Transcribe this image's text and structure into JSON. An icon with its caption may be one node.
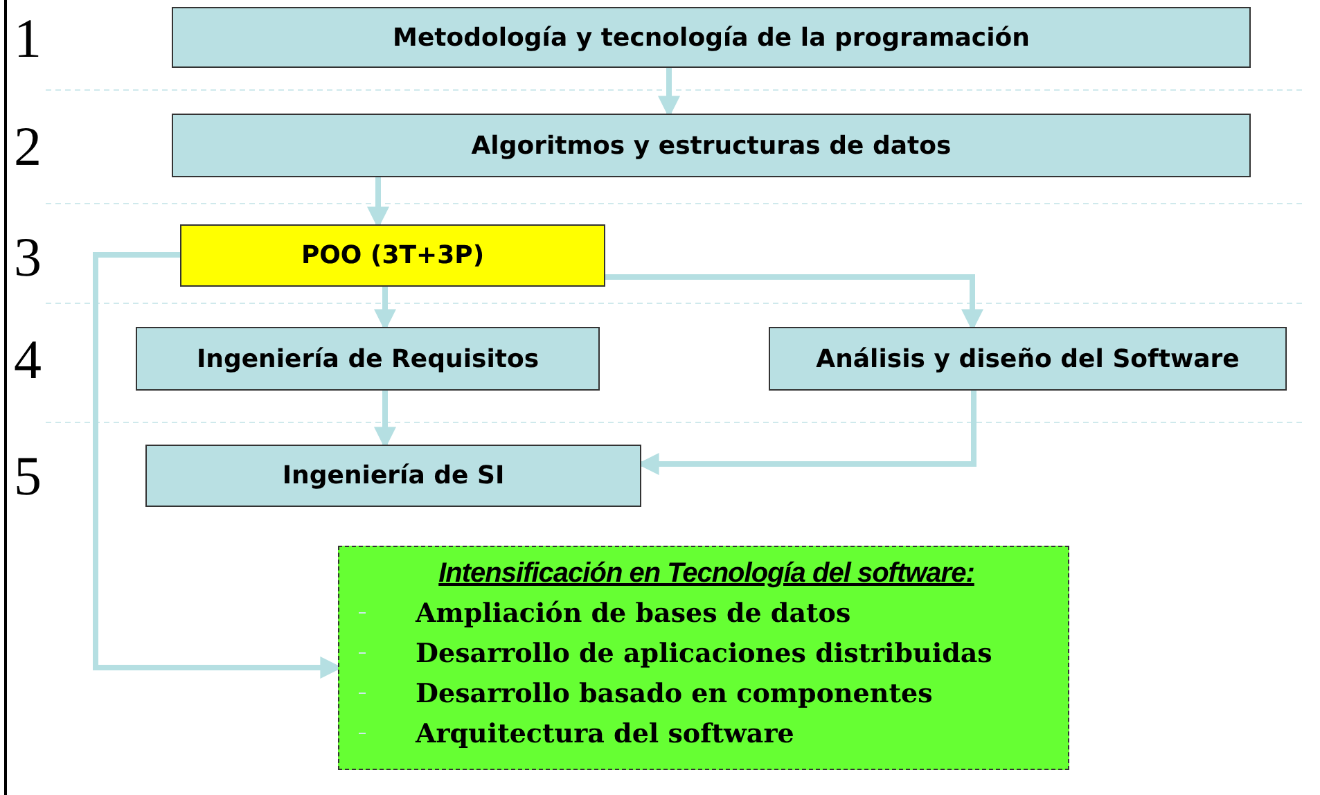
{
  "diagram": {
    "nodes": [
      {
        "text": [
          "Metodología y tecnología de la programación"
        ]
      },
      {
        "text": [
          "Algoritmos y estructuras de datos"
        ]
      },
      {
        "text": [
          "POO (3T+3P)"
        ]
      },
      {
        "text": [
          "Ingeniería de Requisitos"
        ]
      },
      {
        "text": [
          "Análisis y diseño del Software"
        ]
      },
      {
        "text": [
          "Ingeniería de SI"
        ]
      },
      {
        "text": [
          "Intensificación en Tecnología del software:",
          "Ampliación de bases de datos",
          "Desarrollo de aplicaciones distribuidas",
          "Desarrollo basado en componentes",
          "Arquitectura del software"
        ]
      }
    ],
    "edges": [
      {
        "from": 0,
        "to": 1,
        "arrow": "to"
      },
      {
        "from": 1,
        "to": 2,
        "arrow": "to"
      },
      {
        "from": 2,
        "to": 3,
        "arrow": "to"
      },
      {
        "from": 2,
        "to": 4,
        "arrow": "to"
      },
      {
        "from": 3,
        "to": 5,
        "arrow": "to"
      },
      {
        "from": 4,
        "to": 5,
        "arrow": "to"
      },
      {
        "from": 2,
        "to": 6,
        "arrow": "to"
      }
    ],
    "labels": [
      "1",
      "2",
      "3",
      "4",
      "5"
    ]
  }
}
